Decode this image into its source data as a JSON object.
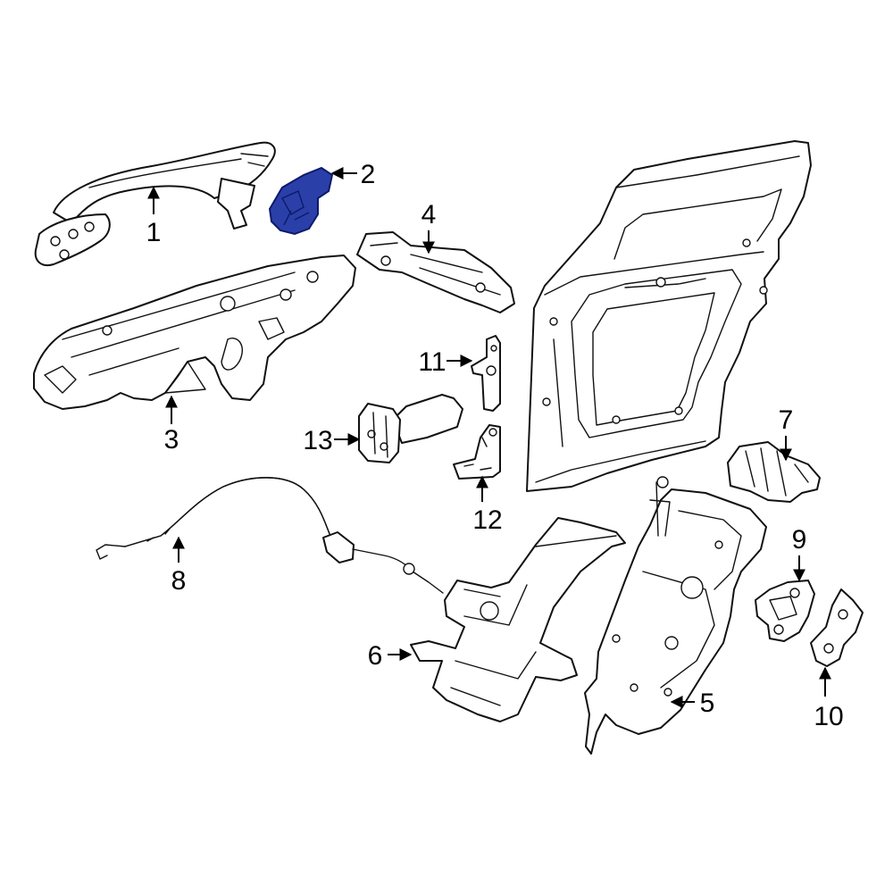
{
  "diagram": {
    "highlight_color": "#2a3fa8",
    "highlight_outline": "#0d1a6b",
    "line_color": "#111111",
    "callouts": [
      {
        "id": "1",
        "label": "1"
      },
      {
        "id": "2",
        "label": "2"
      },
      {
        "id": "3",
        "label": "3"
      },
      {
        "id": "4",
        "label": "4"
      },
      {
        "id": "5",
        "label": "5"
      },
      {
        "id": "6",
        "label": "6"
      },
      {
        "id": "7",
        "label": "7"
      },
      {
        "id": "8",
        "label": "8"
      },
      {
        "id": "9",
        "label": "9"
      },
      {
        "id": "10",
        "label": "10"
      },
      {
        "id": "11",
        "label": "11"
      },
      {
        "id": "12",
        "label": "12"
      },
      {
        "id": "13",
        "label": "13"
      }
    ],
    "highlighted_part": "2"
  }
}
